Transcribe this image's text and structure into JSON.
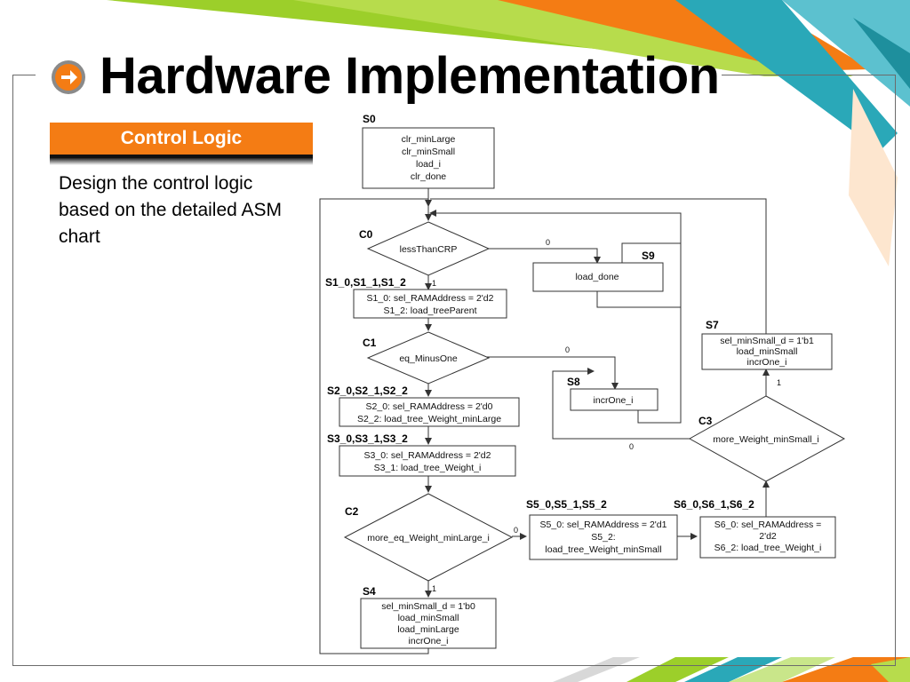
{
  "slide": {
    "title": "Hardware Implementation",
    "section_label": "Control Logic",
    "description": "Design the control logic based on the detailed ASM chart",
    "icon": "arrow-right-circle-icon",
    "colors": {
      "orange": "#f47c14",
      "green": "#9ccf2a",
      "teal": "#2aa8b8"
    }
  },
  "asm": {
    "s0": {
      "label": "S0",
      "lines": [
        "clr_minLarge",
        "clr_minSmall",
        "load_i",
        "clr_done"
      ]
    },
    "c0": {
      "label": "C0",
      "cond": "lessThanCRP",
      "false_edge": "0",
      "true_edge": "1"
    },
    "s9": {
      "label": "S9",
      "lines": [
        "load_done"
      ]
    },
    "s1": {
      "label": "S1_0,S1_1,S1_2",
      "lines": [
        "S1_0: sel_RAMAddress = 2'd2",
        "S1_2: load_treeParent"
      ]
    },
    "c1": {
      "label": "C1",
      "cond": "eq_MinusOne",
      "false_edge": "0"
    },
    "s8": {
      "label": "S8",
      "lines": [
        "incrOne_i"
      ]
    },
    "s2": {
      "label": "S2_0,S2_1,S2_2",
      "lines": [
        "S2_0: sel_RAMAddress = 2'd0",
        "S2_2: load_tree_Weight_minLarge"
      ]
    },
    "s3": {
      "label": "S3_0,S3_1,S3_2",
      "lines": [
        "S3_0: sel_RAMAddress = 2'd2",
        "S3_1: load_tree_Weight_i"
      ]
    },
    "c2": {
      "label": "C2",
      "cond": "more_eq_Weight_minLarge_i",
      "false_edge": "0",
      "true_edge": "1"
    },
    "s5": {
      "label": "S5_0,S5_1,S5_2",
      "lines": [
        "S5_0: sel_RAMAddress = 2'd1",
        "S5_2:",
        "load_tree_Weight_minSmall"
      ]
    },
    "s6": {
      "label": "S6_0,S6_1,S6_2",
      "lines": [
        "S6_0: sel_RAMAddress =",
        "2'd2",
        "S6_2: load_tree_Weight_i"
      ]
    },
    "c3": {
      "label": "C3",
      "cond": "more_Weight_minSmall_i",
      "false_edge": "0",
      "true_edge": "1"
    },
    "s7": {
      "label": "S7",
      "lines": [
        "sel_minSmall_d = 1'b1",
        "load_minSmall",
        "incrOne_i"
      ]
    },
    "s4": {
      "label": "S4",
      "lines": [
        "sel_minSmall_d = 1'b0",
        "load_minSmall",
        "load_minLarge",
        "incrOne_i"
      ]
    }
  }
}
